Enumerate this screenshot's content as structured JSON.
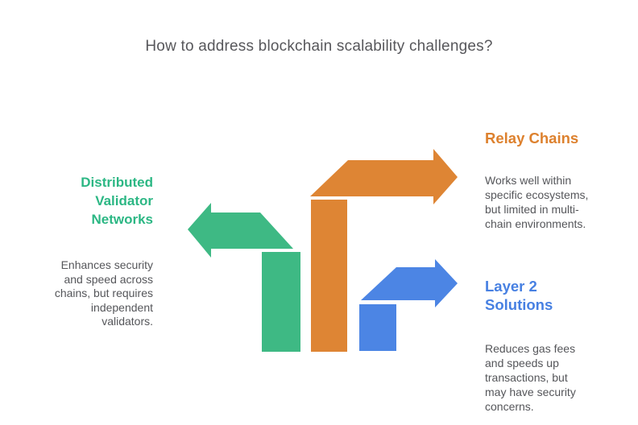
{
  "title": "How to address blockchain scalability challenges?",
  "colors": {
    "green": "#3EB984",
    "orange": "#DE8534",
    "blue": "#4C85E4",
    "green_heading": "#2CB784",
    "orange_heading": "#DD812E",
    "blue_heading": "#4780E2",
    "body_text": "#55565A",
    "title_text": "#57575B"
  },
  "sections": [
    {
      "heading": "Distributed\nValidator\nNetworks",
      "body": "Enhances security\nand speed across\nchains, but requires\nindependent\nvalidators."
    },
    {
      "heading": "Relay Chains",
      "body": "Works well within\nspecific ecosystems,\nbut limited in multi-\nchain environments."
    },
    {
      "heading": "Layer 2\nSolutions",
      "body": "Reduces gas fees\nand speeds up\ntransactions, but\nmay have security\nconcerns."
    }
  ]
}
